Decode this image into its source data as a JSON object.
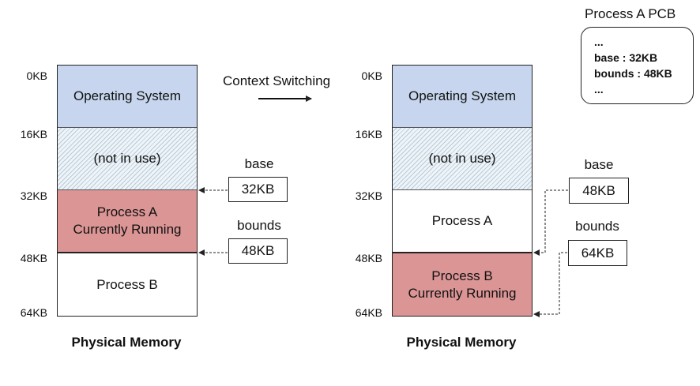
{
  "title": "Context Switching",
  "pcb": {
    "title": "Process A PCB",
    "lines": [
      "...",
      "base : 32KB",
      "bounds : 48KB",
      "..."
    ]
  },
  "left": {
    "ticks": [
      "0KB",
      "16KB",
      "32KB",
      "48KB",
      "64KB"
    ],
    "segments": [
      "Operating System",
      "(not in use)",
      "Process A\nCurrently Running",
      "Process B"
    ],
    "base": {
      "label": "base",
      "value": "32KB"
    },
    "bounds": {
      "label": "bounds",
      "value": "48KB"
    },
    "caption": "Physical Memory"
  },
  "right": {
    "ticks": [
      "0KB",
      "16KB",
      "32KB",
      "48KB",
      "64KB"
    ],
    "segments": [
      "Operating System",
      "(not in use)",
      "Process A",
      "Process B\nCurrently Running"
    ],
    "base": {
      "label": "base",
      "value": "48KB"
    },
    "bounds": {
      "label": "bounds",
      "value": "64KB"
    },
    "caption": "Physical Memory"
  }
}
